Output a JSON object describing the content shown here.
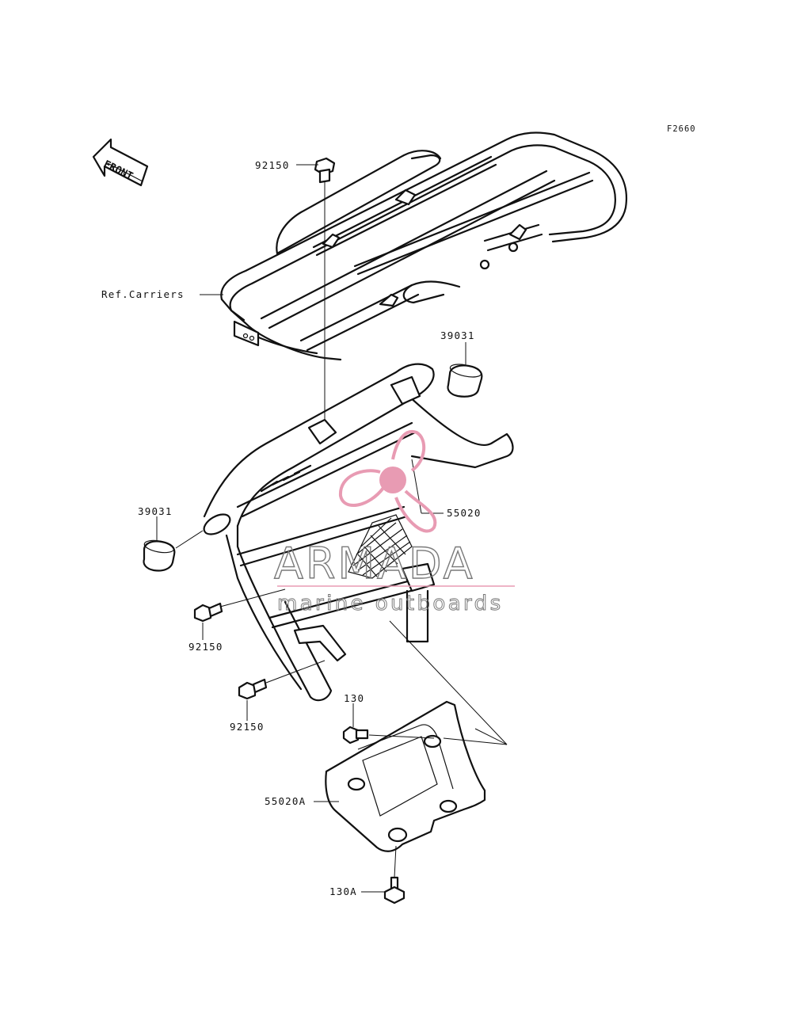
{
  "figure_code": "F2660",
  "front_label": "FRONT",
  "callouts": [
    {
      "id": "carrier-bolt",
      "label": "92150"
    },
    {
      "id": "ref-carriers",
      "label": "Ref.Carriers"
    },
    {
      "id": "cap-right",
      "label": "39031"
    },
    {
      "id": "cap-left",
      "label": "39031"
    },
    {
      "id": "guard",
      "label": "55020"
    },
    {
      "id": "bolt-left-upper",
      "label": "92150"
    },
    {
      "id": "bolt-left-lower",
      "label": "92150"
    },
    {
      "id": "bolt-130",
      "label": "130"
    },
    {
      "id": "plate",
      "label": "55020A"
    },
    {
      "id": "bolt-130a",
      "label": "130A"
    }
  ],
  "watermark": {
    "brand": "ARMADA",
    "tagline": "marine outboards",
    "logo_color": "#e89bb3"
  }
}
